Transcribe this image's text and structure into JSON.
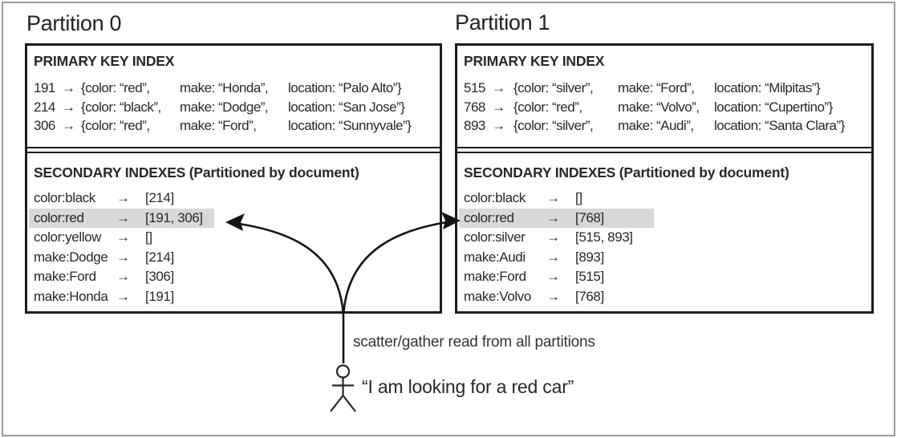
{
  "symbols": {
    "maps_to_arrow": "→"
  },
  "partitions": [
    {
      "title": "Partition 0",
      "primary_index": {
        "header": "PRIMARY KEY INDEX",
        "rows": [
          {
            "key": "191",
            "f1": "{color: “red”,",
            "f2": "make: “Honda”,",
            "f3": "location: “Palo Alto”}"
          },
          {
            "key": "214",
            "f1": "{color: “black”,",
            "f2": "make: “Dodge”,",
            "f3": "location: “San Jose”}"
          },
          {
            "key": "306",
            "f1": "{color: “red”,",
            "f2": "make: “Ford”,",
            "f3": "location: “Sunnyvale”}"
          }
        ]
      },
      "secondary_indexes": {
        "header": "SECONDARY INDEXES (Partitioned by document)",
        "rows": [
          {
            "key": "color:black",
            "value": "[214]",
            "highlighted": false
          },
          {
            "key": "color:red",
            "value": "[191, 306]",
            "highlighted": true
          },
          {
            "key": "color:yellow",
            "value": "[]",
            "highlighted": false
          },
          {
            "key": "make:Dodge",
            "value": "[214]",
            "highlighted": false
          },
          {
            "key": "make:Ford",
            "value": "[306]",
            "highlighted": false
          },
          {
            "key": "make:Honda",
            "value": "[191]",
            "highlighted": false
          }
        ]
      }
    },
    {
      "title": "Partition 1",
      "primary_index": {
        "header": "PRIMARY KEY INDEX",
        "rows": [
          {
            "key": "515",
            "f1": "{color: “silver”,",
            "f2": "make: “Ford”,",
            "f3": "location: “Milpitas”}"
          },
          {
            "key": "768",
            "f1": "{color: “red”,",
            "f2": "make: “Volvo”,",
            "f3": "location: “Cupertino”}"
          },
          {
            "key": "893",
            "f1": "{color: “silver”,",
            "f2": "make: “Audi”,",
            "f3": "location: “Santa Clara”}"
          }
        ]
      },
      "secondary_indexes": {
        "header": "SECONDARY INDEXES (Partitioned by document)",
        "rows": [
          {
            "key": "color:black",
            "value": "[]",
            "highlighted": false
          },
          {
            "key": "color:red",
            "value": "[768]",
            "highlighted": true
          },
          {
            "key": "color:silver",
            "value": "[515, 893]",
            "highlighted": false
          },
          {
            "key": "make:Audi",
            "value": "[893]",
            "highlighted": false
          },
          {
            "key": "make:Ford",
            "value": "[515]",
            "highlighted": false
          },
          {
            "key": "make:Volvo",
            "value": "[768]",
            "highlighted": false
          }
        ]
      }
    }
  ],
  "annotations": {
    "scatter_gather_label": "scatter/gather read from all partitions",
    "user_quote": "“I am looking for a red car”"
  },
  "colors": {
    "highlight": "#d8d8d8",
    "box_border": "#1c1c1c",
    "text": "#2a2726",
    "frame_border": "#9b9b9b"
  }
}
